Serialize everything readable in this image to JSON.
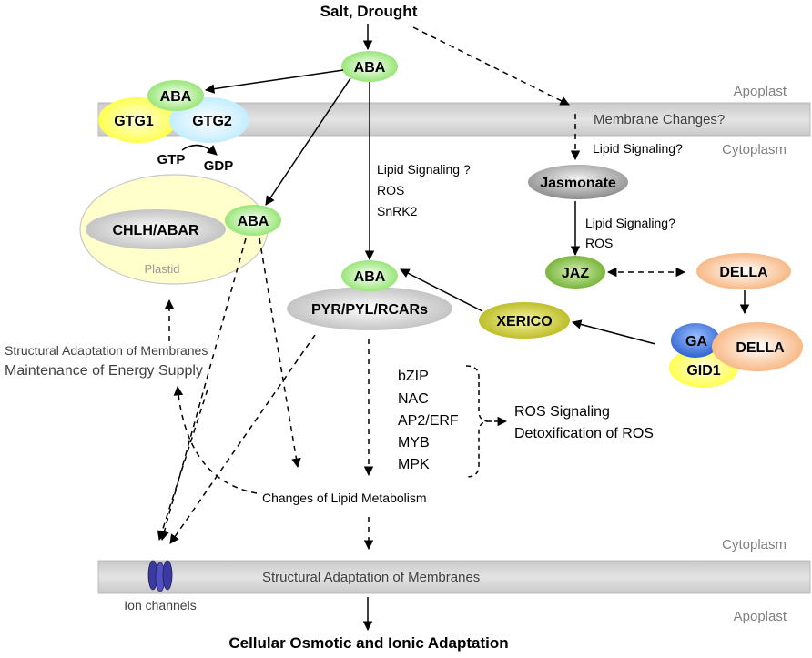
{
  "top": {
    "stimulus": "Salt, Drought",
    "outcome": "Cellular Osmotic and Ionic Adaptation"
  },
  "compartments": {
    "apoplast_top": "Apoplast",
    "cytoplasm_top": "Cytoplasm",
    "cytoplasm_bottom": "Cytoplasm",
    "apoplast_bottom": "Apoplast"
  },
  "membrane_top": {
    "label": "Membrane Changes?"
  },
  "membrane_bottom": {
    "label": "Structural Adaptation of Membranes"
  },
  "nodes": {
    "aba_main": "ABA",
    "aba_gtg": "ABA",
    "gtg1": "GTG1",
    "gtg2": "GTG2",
    "gtp": "GTP",
    "gdp": "GDP",
    "aba_plastid": "ABA",
    "chlh_abar": "CHLH/ABAR",
    "plastid": "Plastid",
    "aba_pyr": "ABA",
    "pyr_pyl_rcars": "PYR/PYL/RCARs",
    "jasmonate": "Jasmonate",
    "jaz": "JAZ",
    "della_top": "DELLA",
    "xerico": "XERICO",
    "ga": "GA",
    "gid1": "GID1",
    "della_complex": "DELLA",
    "ion_channels": "Ion channels"
  },
  "labels": {
    "lipid_signaling_q1": "Lipid Signaling?",
    "lipid_signaling_main": "Lipid Signaling ?",
    "ros": "ROS",
    "snrk2": "SnRK2",
    "lipid_signaling_q2": "Lipid Signaling?",
    "ros_jaz": "ROS",
    "structural_adaptation_left": "Structural Adaptation of Membranes",
    "maintenance_energy": "Maintenance of Energy Supply",
    "changes_lipid_metabolism": "Changes of Lipid Metabolism",
    "ros_signaling": "ROS Signaling",
    "detox_ros": "Detoxification of ROS"
  },
  "transcription_factors": [
    "bZIP",
    "NAC",
    "AP2/ERF",
    "MYB",
    "MPK"
  ],
  "colors": {
    "aba_green": "#8FE36A",
    "gtg1_yellow": "#FFFF66",
    "gtg2_blue": "#CCF2FF",
    "plastid_fill": "#FFFFCC",
    "grey_node": "#D9D9D9",
    "jaz_green": "#7FBF3F",
    "della_orange": "#FBCB9E",
    "xerico_olive": "#C8C832",
    "ga_blue": "#4A7DE0",
    "membrane_grey": "#D8D8D8",
    "ion_channel_blue": "#3A3AA0"
  }
}
